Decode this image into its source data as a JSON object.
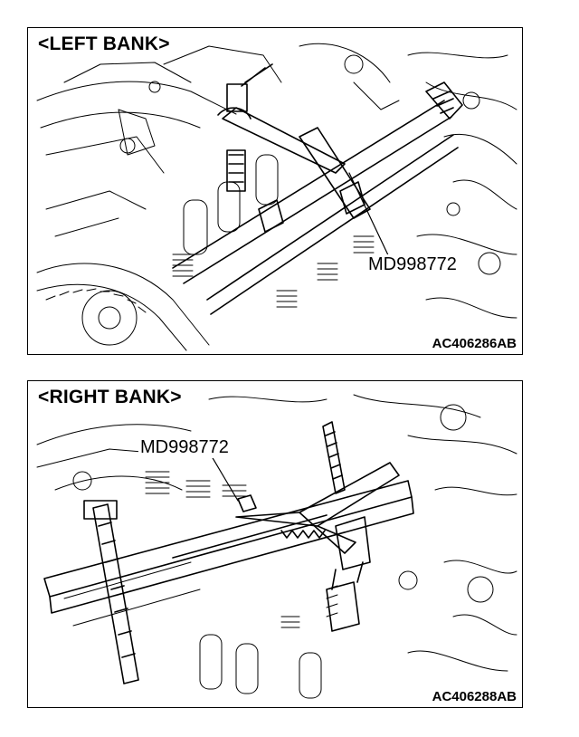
{
  "panels": [
    {
      "title": "<LEFT BANK>",
      "tool_label": "MD998772",
      "figure_code": "AC406286AB"
    },
    {
      "title": "<RIGHT BANK>",
      "tool_label": "MD998772",
      "figure_code": "AC406288AB"
    }
  ],
  "colors": {
    "line": "#000000",
    "background": "#ffffff"
  }
}
